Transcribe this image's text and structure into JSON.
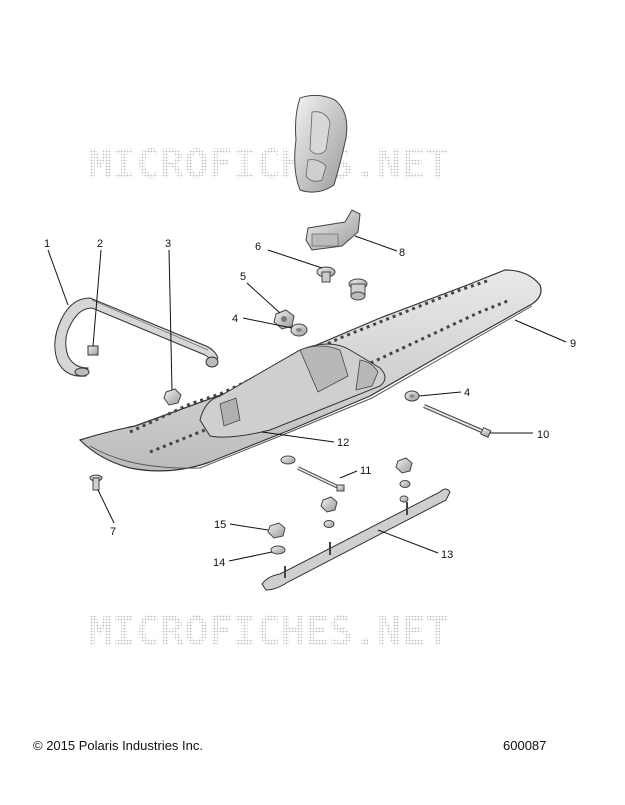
{
  "watermark": {
    "text": "MICROFICHES.NET"
  },
  "callouts": [
    {
      "id": "1",
      "label": "1"
    },
    {
      "id": "2",
      "label": "2"
    },
    {
      "id": "3",
      "label": "3"
    },
    {
      "id": "4a",
      "label": "4"
    },
    {
      "id": "5",
      "label": "5"
    },
    {
      "id": "6",
      "label": "6"
    },
    {
      "id": "7",
      "label": "7"
    },
    {
      "id": "8",
      "label": "8"
    },
    {
      "id": "9",
      "label": "9"
    },
    {
      "id": "4b",
      "label": "4"
    },
    {
      "id": "10",
      "label": "10"
    },
    {
      "id": "11",
      "label": "11"
    },
    {
      "id": "12",
      "label": "12"
    },
    {
      "id": "13",
      "label": "13"
    },
    {
      "id": "14",
      "label": "14"
    },
    {
      "id": "15",
      "label": "15"
    }
  ],
  "footer": {
    "copyright": "© 2015 Polaris Industries Inc.",
    "figure_number": "600087"
  }
}
